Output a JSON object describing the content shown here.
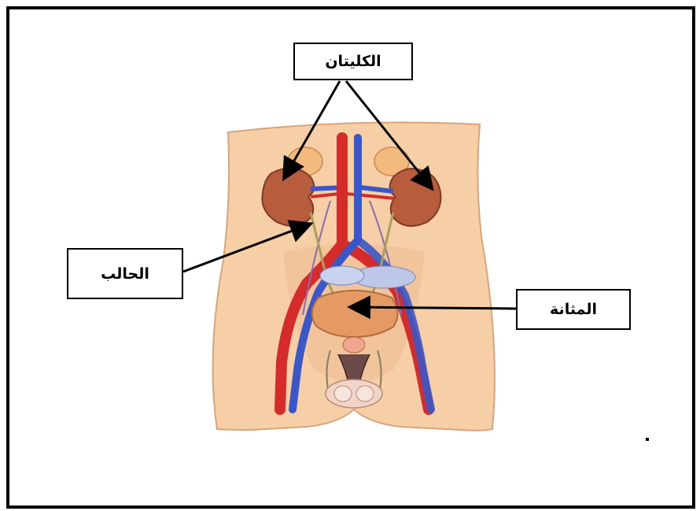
{
  "labels": {
    "kidneys": "الكليتان",
    "ureter": "الحالب",
    "bladder": "المثانة"
  },
  "colors": {
    "skin": "#f6cfa6",
    "skin_outline": "#d9a47a",
    "kidney": "#b85c3e",
    "bladder": "#e59a63",
    "artery": "#d62b2b",
    "vein": "#3a57c9",
    "adrenal": "#f4b97d"
  }
}
